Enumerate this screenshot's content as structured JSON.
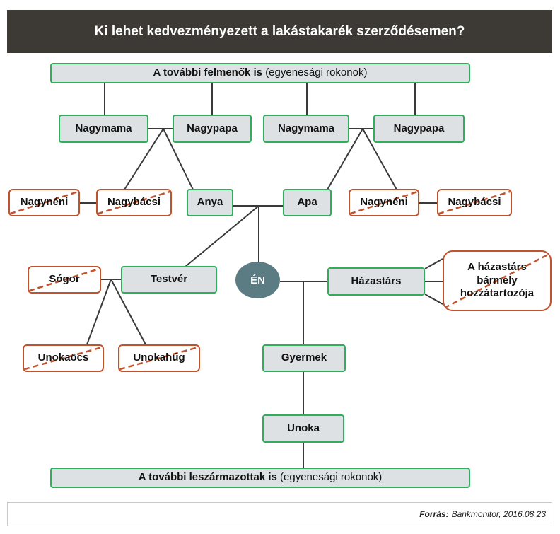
{
  "header": {
    "title": "Ki lehet kedvezményezett a lakástakarék szerződésemen?"
  },
  "top_banner": {
    "bold": "A további felmenők is",
    "normal": "(egyenesági rokonok)"
  },
  "bottom_banner": {
    "bold": "A további leszármazottak is",
    "normal": "(egyenesági rokonok)"
  },
  "nodes": {
    "nagymama_left": "Nagymama",
    "nagypapa_left": "Nagypapa",
    "nagymama_right": "Nagymama",
    "nagypapa_right": "Nagypapa",
    "nagyneni_left": "Nagynéni",
    "nagybacsi_left": "Nagybácsi",
    "anya": "Anya",
    "apa": "Apa",
    "nagyneni_right": "Nagynéni",
    "nagybacsi_right": "Nagybácsi",
    "sogor": "Sógor",
    "testver": "Testvér",
    "en": "ÉN",
    "hazastars": "Házastárs",
    "hazastars_relative": "A házastárs bármely hozzátartozója",
    "unokaocs": "Unokaöcs",
    "unokahug": "Unokahúg",
    "gyermek": "Gyermek",
    "unoka": "Unoka"
  },
  "source": {
    "label": "Forrás:",
    "text": "Bankmonitor, 2016.08.23"
  },
  "colors": {
    "header_bg": "#3d3935",
    "eligible_border": "#2fae5c",
    "eligible_fill": "#dde1e4",
    "excluded_border": "#c0522d",
    "me_fill": "#5b7c82"
  }
}
